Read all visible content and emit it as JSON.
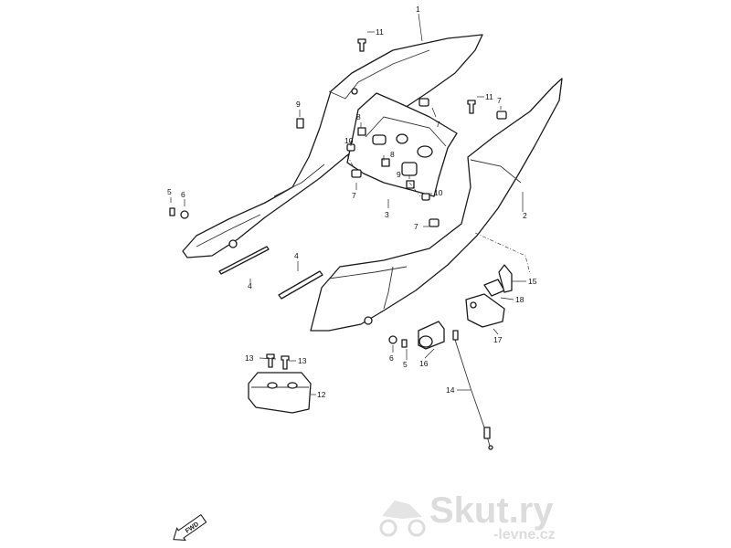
{
  "callouts": {
    "c1": "1",
    "c2": "2",
    "c3": "3",
    "c4a": "4",
    "c4b": "4",
    "c5a": "5",
    "c5b": "5",
    "c6a": "6",
    "c6b": "6",
    "c7a": "7",
    "c7b": "7",
    "c7c": "7",
    "c7d": "7",
    "c8a": "8",
    "c8b": "8",
    "c9a": "9",
    "c9b": "9",
    "c10a": "10",
    "c10b": "10",
    "c11a": "11",
    "c11b": "11",
    "c12": "12",
    "c13a": "13",
    "c13b": "13",
    "c14": "14",
    "c15": "15",
    "c16": "16",
    "c17": "17",
    "c18": "18"
  },
  "fwd_label": "FWD",
  "watermark": {
    "brand": "Skut.ry",
    "domain": "-levne.cz"
  },
  "colors": {
    "line": "#1a1a1a",
    "watermark": "#dcdcdc"
  }
}
